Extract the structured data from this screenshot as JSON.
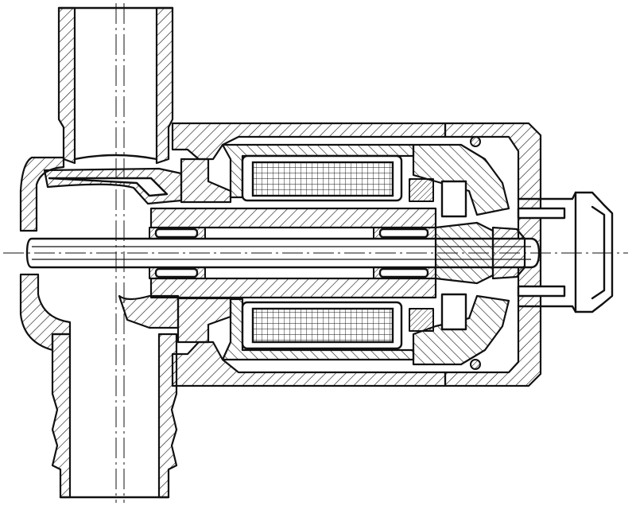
{
  "drawing": {
    "colors": {
      "line": "#111111",
      "paper": "#ffffff"
    },
    "parts": [
      "inlet-pipe",
      "outlet-pipe",
      "pump-housing",
      "motor-housing",
      "stator-coil-top",
      "stator-coil-bottom",
      "shaft",
      "bearing-left",
      "bearing-right",
      "rear-cover",
      "electrical-connector"
    ]
  }
}
